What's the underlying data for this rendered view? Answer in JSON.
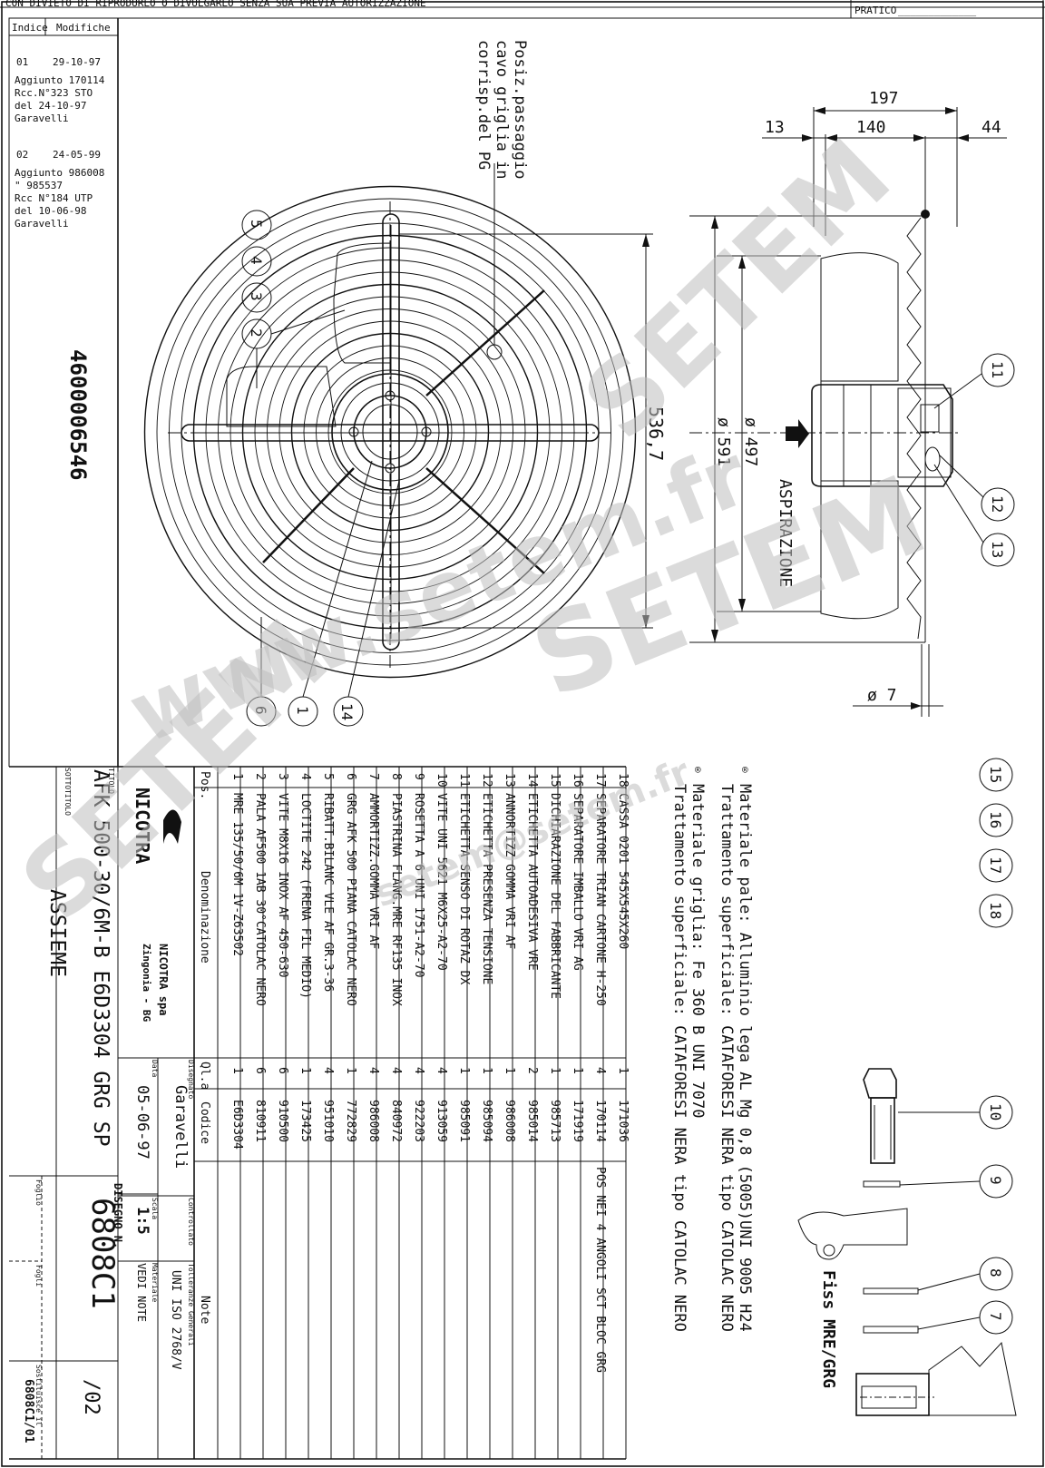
{
  "header": {
    "notice": "CON DIVIETO DI RIPRODURLO O DIVULGARLO SENZA SUA PREVIA AUTORIZZAZIONE",
    "pratico": "PRATICO"
  },
  "revisions": {
    "col_index": "Indice",
    "col_changes": "Modifiche",
    "entries": [
      {
        "index": "01",
        "date": "29-10-97",
        "lines": [
          "Aggiunto 170114",
          "Rcc.N°323   STO",
          "del 24-10-97",
          "Garavelli"
        ]
      },
      {
        "index": "02",
        "date": "24-05-99",
        "lines": [
          "Aggiunto 986008",
          "   \"    985537",
          "Rcc N°184   UTP",
          "del 10-06-98",
          "Garavelli"
        ]
      }
    ]
  },
  "drawing_number_side": "4600006546",
  "note_cable": [
    "Posiz.passaggio",
    "cavo griglia in",
    "corrisp.del PG"
  ],
  "dimensions": {
    "total": "197",
    "left": "13",
    "mid": "140",
    "right": "44",
    "grid": "536,7",
    "d497": "ø 497",
    "d591": "ø 591",
    "d7": "ø 7"
  },
  "aspirazione": "ASPIRAZIONE",
  "balloons_front": [
    "5",
    "4",
    "3",
    "2",
    "6",
    "1",
    "14"
  ],
  "balloons_side": [
    "11",
    "12",
    "13"
  ],
  "balloons_notes": [
    "15",
    "16",
    "17",
    "18"
  ],
  "balloons_detail": [
    "10",
    "9",
    "8",
    "7"
  ],
  "detail_title": "Fiss MRE/GRG",
  "material_notes": [
    "Materiale pale: Alluminio lega AL Mg 0,8 (5005)UNI 9005 H24",
    "Trattamento superficiale: CATAFORESI NERA tipo CATOLAC NERO",
    "Materiale griglia: Fe 360 B UNI 7070",
    "Trattamento superficiale: CATAFORESI NERA tipo CATOLAC NERO"
  ],
  "bom": {
    "col_pos": "Pos.",
    "col_name": "Denominazione",
    "col_qty": "Ql.a",
    "col_code": "Codice",
    "col_note": "Note",
    "rows": [
      {
        "pos": "18",
        "name": "CASSA 0201 545X545X260",
        "qty": "1",
        "code": "171036",
        "note": ""
      },
      {
        "pos": "17",
        "name": "SEPARATORE TRIAN CARTONE H-250",
        "qty": "4",
        "code": "170114",
        "note": "POS NEI 4 ANGOLI SCT BLOC GRG"
      },
      {
        "pos": "16",
        "name": "SEPARATORE IMBALLO VRI AG",
        "qty": "1",
        "code": "171919",
        "note": ""
      },
      {
        "pos": "15",
        "name": "DICHIARAZIONE DEL FABBRICANTE",
        "qty": "1",
        "code": "985713",
        "note": ""
      },
      {
        "pos": "14",
        "name": "ETICHETTA AUTOADESIVA VRE",
        "qty": "2",
        "code": "985014",
        "note": ""
      },
      {
        "pos": "13",
        "name": "ANNORTIZZ GOMMA VRI AF",
        "qty": "1",
        "code": "986008",
        "note": ""
      },
      {
        "pos": "12",
        "name": "ETICHETTA PRESENZA TENSIONE",
        "qty": "1",
        "code": "985094",
        "note": ""
      },
      {
        "pos": "11",
        "name": "ETICHETTA SENSO DI ROTAZ DX",
        "qty": "1",
        "code": "985091",
        "note": ""
      },
      {
        "pos": "10",
        "name": "VITE UNI 5621 M6X25-A2-70",
        "qty": "4",
        "code": "913059",
        "note": ""
      },
      {
        "pos": "9",
        "name": "ROSETTA A 6 UNI 1751-A2-70",
        "qty": "4",
        "code": "922203",
        "note": ""
      },
      {
        "pos": "8",
        "name": "PIASTRINA FLANG.MRE RF135 INOX",
        "qty": "4",
        "code": "840972",
        "note": ""
      },
      {
        "pos": "7",
        "name": "AMMORTIZZ.GOMMA VRI AF",
        "qty": "4",
        "code": "986008",
        "note": ""
      },
      {
        "pos": "6",
        "name": "GRG AFK 500 PIANA CATOLAC NERO",
        "qty": "1",
        "code": "772829",
        "note": ""
      },
      {
        "pos": "5",
        "name": "RIBATT.BILANC VLE AF GR.3-36",
        "qty": "4",
        "code": "951010",
        "note": ""
      },
      {
        "pos": "4",
        "name": "LOCTITE 242 (FRENA FIL MEDIO)",
        "qty": "1",
        "code": "173425",
        "note": ""
      },
      {
        "pos": "3",
        "name": "VITE M8X16 INOX AF 450-630",
        "qty": "6",
        "code": "910500",
        "note": ""
      },
      {
        "pos": "2",
        "name": "PALA AF500 1AB 30°CATOLAC NERO",
        "qty": "6",
        "code": "810911",
        "note": ""
      },
      {
        "pos": "1",
        "name": "MRE 135/50/6M 1V-Z63502",
        "qty": "1",
        "code": "E6D3304",
        "note": ""
      }
    ]
  },
  "title_block": {
    "company": "NICOTRA",
    "company_full": "NICOTRA spa",
    "city": "Zingonia - BG",
    "label_titolo": "TITOLO",
    "titolo": "AFK 500-30/6M-B E6D3304 GRG SP",
    "label_sottotitolo": "SOTTOTITOLO",
    "sottotitolo": "ASSIEME",
    "label_disegnato": "Disegnato",
    "disegnato": "Garavelli",
    "label_controllato": "Controllato",
    "controllato": "",
    "label_data": "Data",
    "data": "05-06-97",
    "label_scala": "Scala",
    "scala": "1:5",
    "label_materiale": "Materiale",
    "materiale": "VEDI NOTE",
    "label_tolleranze": "Tolleranze Generali",
    "tolleranze": "UNI ISO 2768/V",
    "label_disegno": "DISEGNO N.",
    "disegno": "6808C1",
    "revision": "/02",
    "label_foglio": "Foglio",
    "label_fogli": "Fogli",
    "label_sostituisce": "Sostituisce il",
    "sostituisce": "6808C1/01"
  },
  "watermarks": [
    "www.setem.fr",
    "SETEM",
    "SETEM",
    "setem@setem.fr",
    "SETEM"
  ]
}
